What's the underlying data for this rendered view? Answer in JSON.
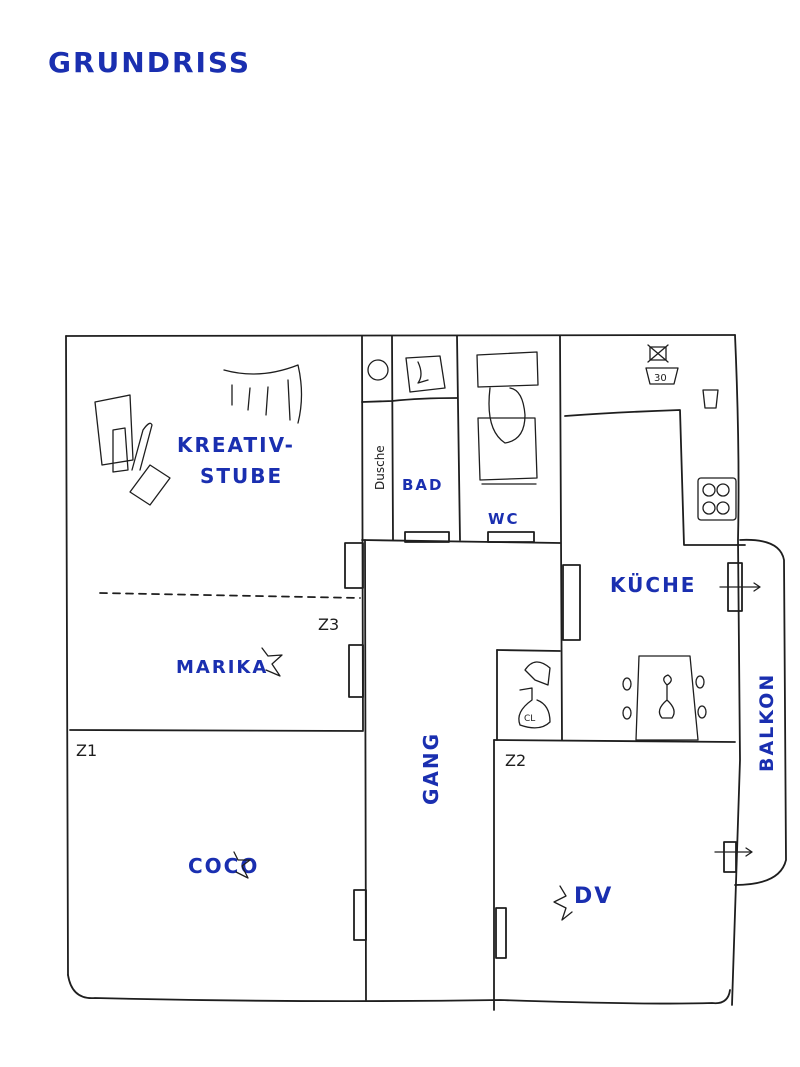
{
  "title": "GRUNDRISS",
  "rooms": {
    "kreativ_line1": "KREATIV-",
    "kreativ_line2": "STUBE",
    "marika": "MARIKA",
    "z3": "Z3",
    "z1": "Z1",
    "coco": "COCO",
    "bad": "BAD",
    "dusche": "Dusche",
    "wc": "WC",
    "kueche": "KÜCHE",
    "gang": "GANG",
    "z2": "Z2",
    "dv": "DV",
    "balkon": "BALKON"
  },
  "icons": {
    "washing_temp": "30",
    "cleaner_label": "CL"
  },
  "colors": {
    "label": "#1a2fb0",
    "lines": "#1e1e1e"
  }
}
